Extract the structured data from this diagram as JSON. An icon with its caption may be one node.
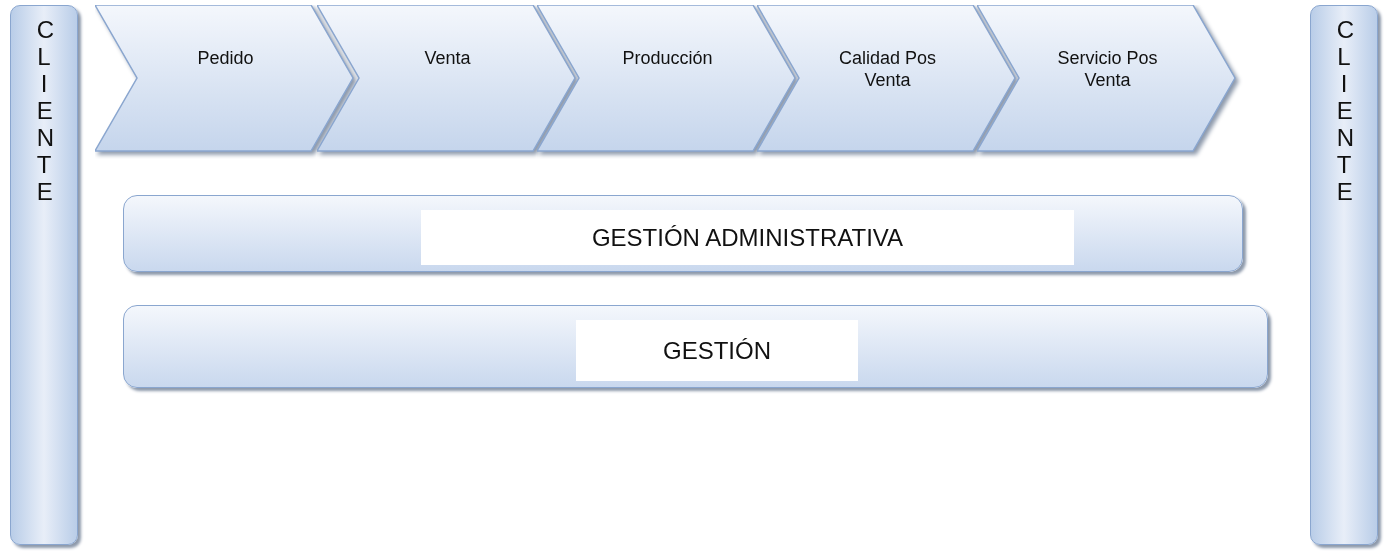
{
  "diagram": {
    "nodes": [
      {
        "text": [
          "CLIENTE"
        ]
      },
      {
        "text": [
          "Pedido"
        ]
      },
      {
        "text": [
          "Venta"
        ]
      },
      {
        "text": [
          "Producción"
        ]
      },
      {
        "text": [
          "Calidad Pos Venta"
        ]
      },
      {
        "text": [
          "Servicio Pos Venta"
        ]
      },
      {
        "text": [
          "CLIENTE"
        ]
      },
      {
        "text": [
          "GESTIÓN ADMINISTRATIVA"
        ]
      },
      {
        "text": [
          "GESTIÓN"
        ]
      }
    ]
  }
}
